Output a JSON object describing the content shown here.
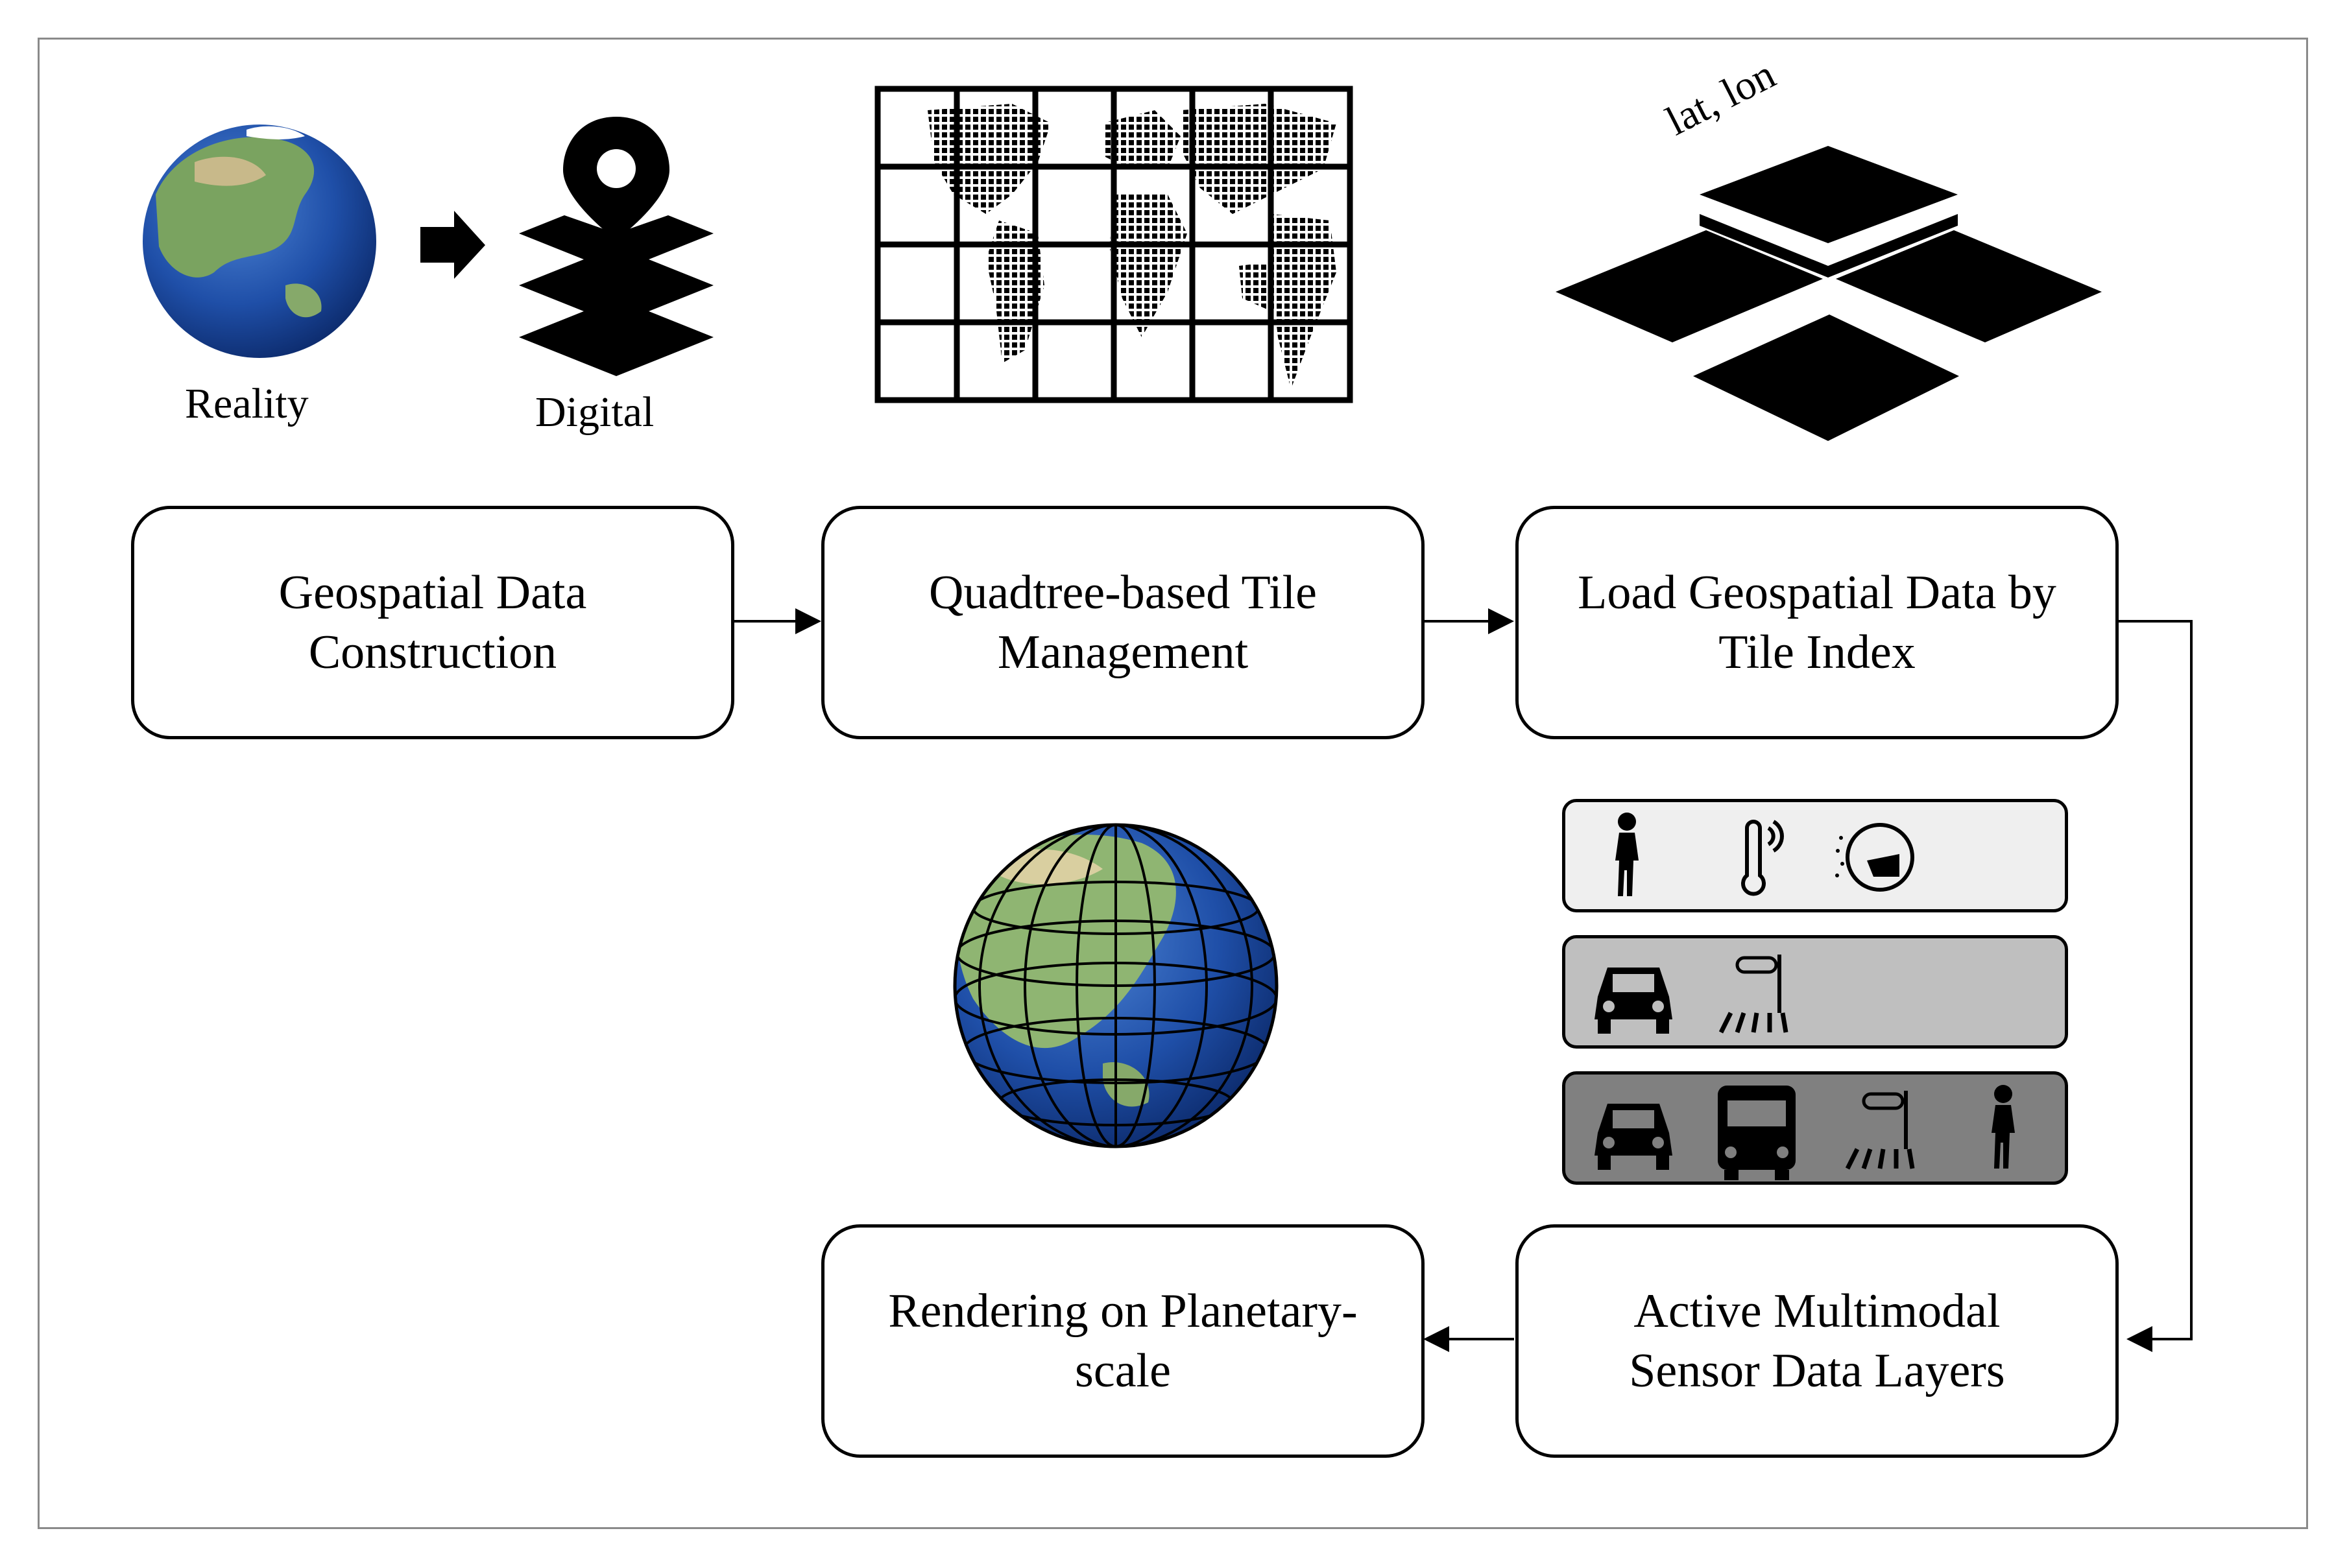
{
  "top_labels": {
    "reality": "Reality",
    "digital": "Digital",
    "lat_lon": "lat, lon"
  },
  "nodes": {
    "geospatial_construction": [
      "Geospatial Data",
      "Construction"
    ],
    "quadtree_tile": [
      "Quadtree-based Tile",
      "Management"
    ],
    "load_by_tile": [
      "Load Geospatial Data by",
      "Tile Index"
    ],
    "sensor_layers": [
      "Active Multimodal",
      "Sensor Data Layers"
    ],
    "rendering": [
      "Rendering on Planetary-",
      "scale"
    ]
  },
  "sensor_panels": [
    {
      "fill": "#efefef",
      "icons": [
        "pedestrian-icon",
        "thermometer-icon",
        "mask-person-icon"
      ]
    },
    {
      "fill": "#bfbfbf",
      "icons": [
        "car-icon",
        "traffic-light-crosswalk-icon"
      ]
    },
    {
      "fill": "#808080",
      "icons": [
        "car-icon",
        "bus-icon",
        "traffic-light-crosswalk-icon",
        "pedestrian-icon"
      ]
    }
  ],
  "colors": {
    "ocean": "#1f4fa8",
    "land": "#6f9a5a",
    "border": "#8a8a8a"
  }
}
